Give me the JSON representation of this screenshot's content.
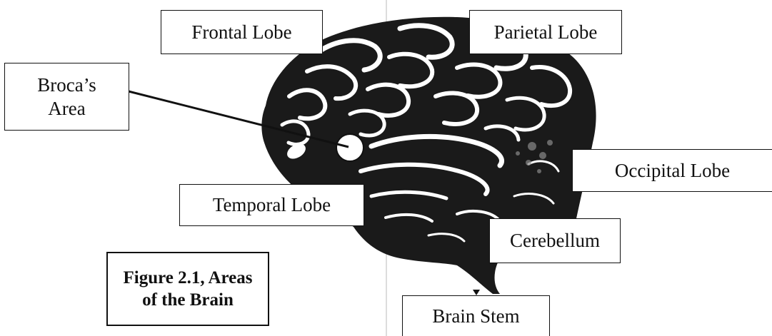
{
  "figure": {
    "caption_line1": "Figure 2.1, Areas",
    "caption_line2": "of the Brain"
  },
  "labels": {
    "frontal_lobe": "Frontal Lobe",
    "parietal_lobe": "Parietal Lobe",
    "brocas_area_line1": "Broca’s",
    "brocas_area_line2": "Area",
    "occipital_lobe": "Occipital Lobe",
    "temporal_lobe": "Temporal Lobe",
    "cerebellum": "Cerebellum",
    "brain_stem": "Brain Stem"
  },
  "colors": {
    "brain_fill": "#1a1a1a",
    "brain_highlight": "#ffffff",
    "line": "#111111"
  }
}
